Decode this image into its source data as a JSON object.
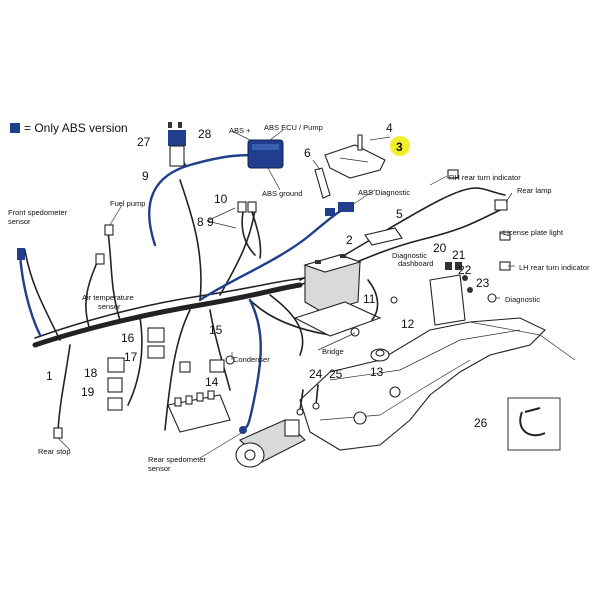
{
  "legend": {
    "text": "= Only ABS version",
    "color": "#1f3f8c"
  },
  "highlight": {
    "number": "3",
    "color": "#f2ee29"
  },
  "labels": {
    "abs_plus": "ABS +",
    "abs_ecu": "ABS ECU / Pump",
    "abs_ground": "ABS ground",
    "abs_diagnostic": "ABS Diagnostic",
    "rh_indicator": "RH rear turn indicator",
    "rear_lamp": "Rear lamp",
    "license_light": "License plate light",
    "lh_indicator": "LH rear turn indicator",
    "diagnostic": "Diagnostic",
    "diag_dashboard_1": "Diagnostic",
    "diag_dashboard_2": "dashboard",
    "fuel_pump": "Fuel pump",
    "front_speedo_1": "Front spedometer",
    "front_speedo_2": "sensor",
    "air_temp_1": "Air temperature",
    "air_temp_2": "sensor",
    "condenser": "Condenser",
    "bridge": "Bridge",
    "rear_stop": "Rear stop",
    "rear_speedo_1": "Rear spedometer",
    "rear_speedo_2": "sensor"
  },
  "numbers": {
    "n1": "1",
    "n2": "2",
    "n4": "4",
    "n5": "5",
    "n6": "6",
    "n8": "8",
    "n9a": "9",
    "n9b": "9",
    "n10": "10",
    "n11": "11",
    "n12": "12",
    "n13": "13",
    "n14": "14",
    "n15": "15",
    "n16": "16",
    "n17": "17",
    "n18": "18",
    "n19": "19",
    "n20": "20",
    "n21": "21",
    "n22": "22",
    "n23": "23",
    "n24": "24",
    "n25": "25",
    "n26": "26",
    "n27": "27",
    "n28": "28"
  }
}
